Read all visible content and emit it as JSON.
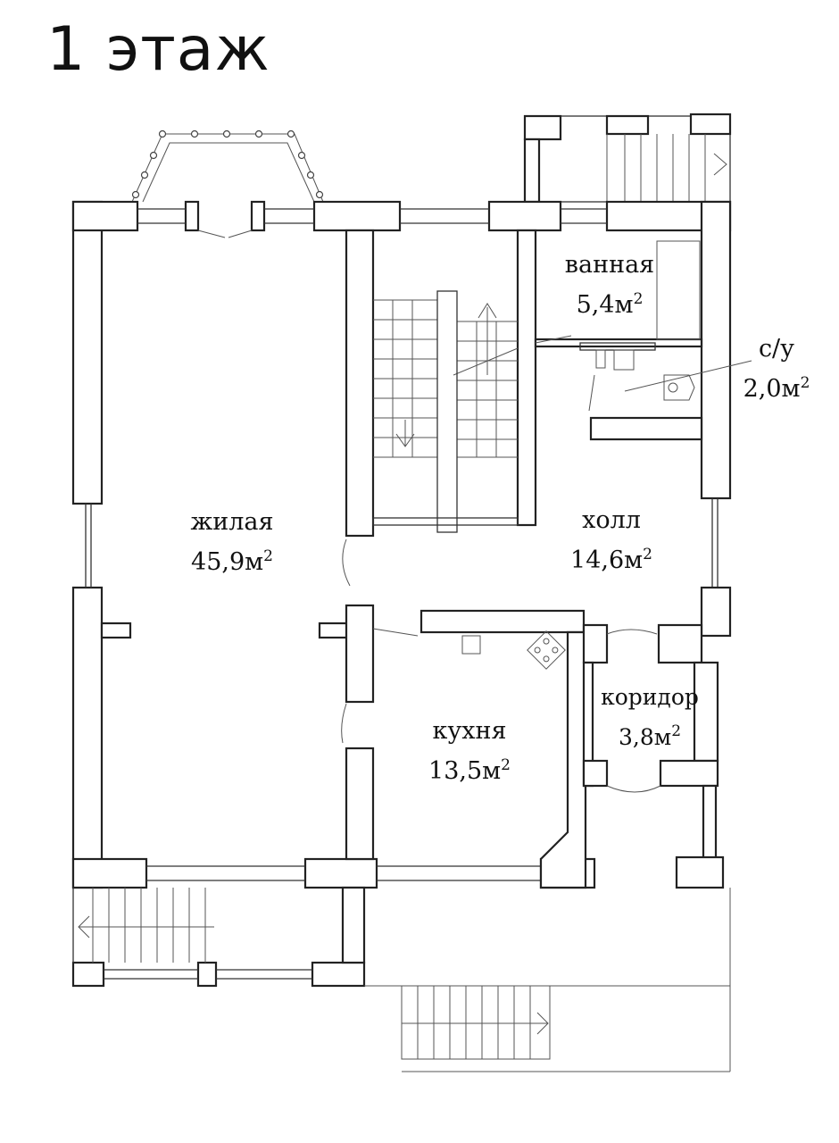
{
  "title": "1 этаж",
  "area_unit": "м",
  "area_exponent": "2",
  "rooms": [
    {
      "name": "жилая",
      "area": "45,9"
    },
    {
      "name": "ванная",
      "area": "5,4"
    },
    {
      "name": "с/у",
      "area": "2,0"
    },
    {
      "name": "холл",
      "area": "14,6"
    },
    {
      "name": "кухня",
      "area": "13,5"
    },
    {
      "name": "коридор",
      "area": "3,8"
    }
  ]
}
